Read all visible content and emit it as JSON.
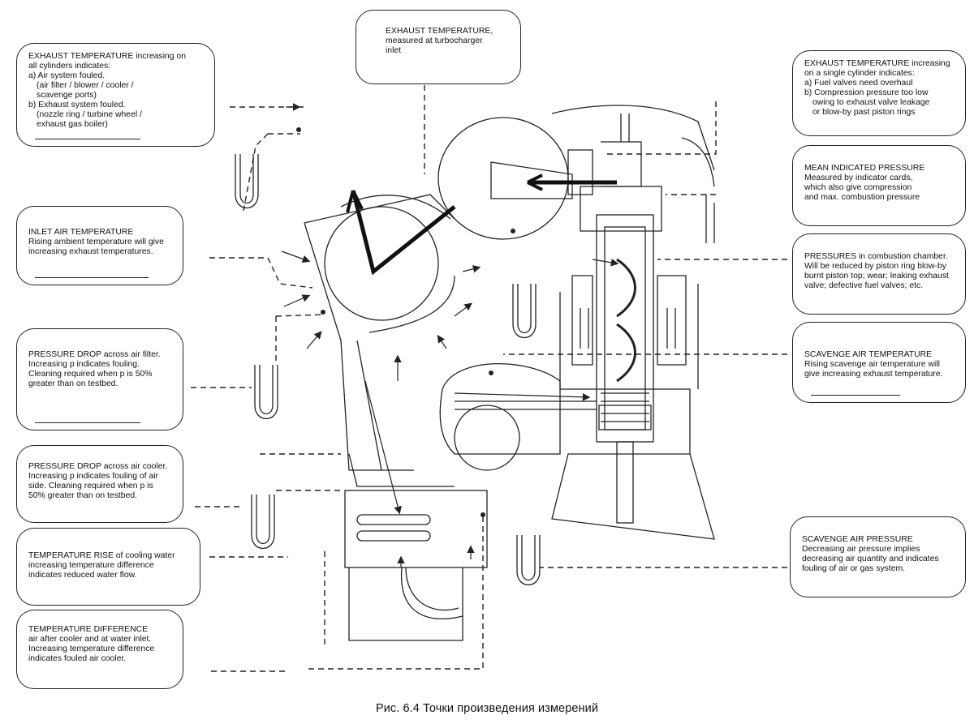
{
  "callouts": {
    "exhaust_all": {
      "lines": [
        "EXHAUST TEMPERATURE increasing on",
        "all cylinders indicates:",
        "a) Air system fouled.",
        "(air filter / blower / cooler /",
        "scavenge ports)",
        "b) Exhaust system fouled.",
        "(nozzle ring / turbine wheel /",
        "exhaust gas boiler)"
      ]
    },
    "exhaust_turbo": {
      "lines": [
        "EXHAUST TEMPERATURE,",
        "measured at turbocharger",
        "inlet"
      ]
    },
    "exhaust_single": {
      "lines": [
        "EXHAUST TEMPERATURE increasing",
        "on a single cylinder indicates:",
        "a) Fuel valves need overhaul",
        "b) Compression pressure too low",
        "owing to exhaust valve leakage",
        "or blow-by past piston rings"
      ]
    },
    "mean_indicated": {
      "lines": [
        "MEAN INDICATED PRESSURE",
        "Measured by indicator cards,",
        "which also give compression",
        "and max. combustion pressure"
      ]
    },
    "inlet_air": {
      "lines": [
        "INLET AIR TEMPERATURE",
        "Rising ambient temperature will give",
        "increasing exhaust temperatures."
      ]
    },
    "pressures_chamber": {
      "lines": [
        "PRESSURES in combustion chamber.",
        "Will be reduced by piston ring blow-by",
        "burnt piston top; wear; leaking exhaust",
        "valve; defective fuel valves; etc."
      ]
    },
    "drop_filter": {
      "lines": [
        "PRESSURE DROP across air filter.",
        "Increasing  p indicates fouling.",
        "Cleaning required when  p is 50%",
        "greater than on testbed."
      ]
    },
    "scavenge_temp": {
      "lines": [
        "SCAVENGE AIR TEMPERATURE",
        "Rising scavenge air temperature will",
        "give increasing exhaust temperature."
      ]
    },
    "drop_cooler": {
      "lines": [
        "PRESSURE DROP across air cooler.",
        "Increasing  p indicates fouling of air",
        "side. Cleaning required when  p is",
        "50% greater than on testbed."
      ]
    },
    "scavenge_pressure": {
      "lines": [
        "SCAVENGE AIR PRESSURE",
        "Decreasing air pressure implies",
        "decreasing air quantity and indicates",
        "fouling of air or gas system."
      ]
    },
    "temp_rise": {
      "lines": [
        "TEMPERATURE RISE of cooling water",
        "increasing temperature difference",
        "indicates reduced water flow."
      ]
    },
    "temp_diff": {
      "lines": [
        "TEMPERATURE DIFFERENCE",
        "air after cooler and at water inlet.",
        "Increasing temperature difference",
        "indicates fouled air cooler."
      ]
    }
  },
  "caption": "Рис. 6.4 Точки произведения измерений"
}
